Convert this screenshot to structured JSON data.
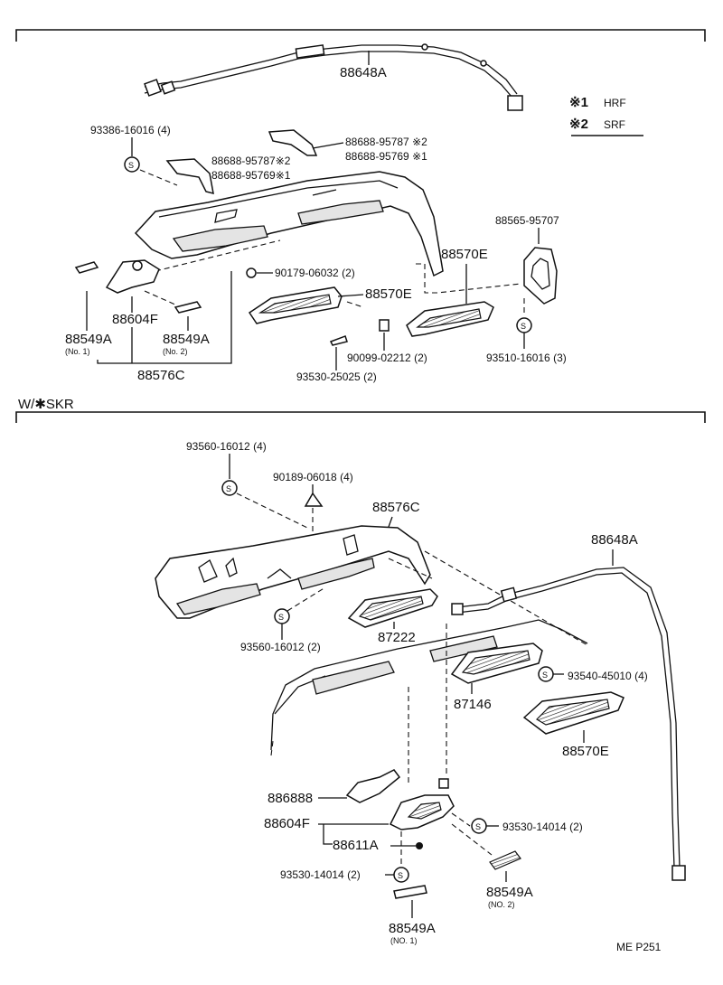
{
  "legend": {
    "note1_mark": "※1",
    "note1_text": "HRF",
    "note2_mark": "※2",
    "note2_text": "SRF"
  },
  "section1": {
    "cable_label": "88648A",
    "l_93386": "93386-16016 (4)",
    "l_886889_2_a": "88688-95787 ※2",
    "l_886889_1_a": "88688-95769 ※1",
    "l_886889_2_b": "88688-95787※2",
    "l_886889_1_b": "88688-95769※1",
    "l_90179": "90179-06032 (2)",
    "l_88570E_a": "88570E",
    "l_88570E_b": "88570E",
    "l_88565": "88565-95707",
    "l_88604F": "88604F",
    "l_88549A_1": "88549A",
    "l_no1": "(No. 1)",
    "l_88549A_2": "88549A",
    "l_no2": "(No. 2)",
    "l_88576C": "88576C",
    "l_90099": "90099-02212 (2)",
    "l_93530": "93530-25025 (2)",
    "l_93510": "93510-16016 (3)"
  },
  "section2": {
    "header": "W/✱SKR",
    "l_93560_a": "93560-16012 (4)",
    "l_90189": "90189-06018 (4)",
    "l_88576C": "88576C",
    "l_88648A": "88648A",
    "l_93560_b": "93560-16012 (2)",
    "l_87222": "87222",
    "l_93540": "93540-45010 (4)",
    "l_87146": "87146",
    "l_88570E": "88570E",
    "l_886888": "886888",
    "l_88604F": "88604F",
    "l_88611A": "88611A",
    "l_93530_a": "93530-14014 (2)",
    "l_93530_b": "93530-14014 (2)",
    "l_88549A_2": "88549A",
    "l_no2": "(NO. 2)",
    "l_88549A_1": "88549A",
    "l_no1": "(NO. 1)"
  },
  "footer": {
    "page_code": "ME  P251"
  },
  "symbols": {
    "screw_marker": "S"
  }
}
